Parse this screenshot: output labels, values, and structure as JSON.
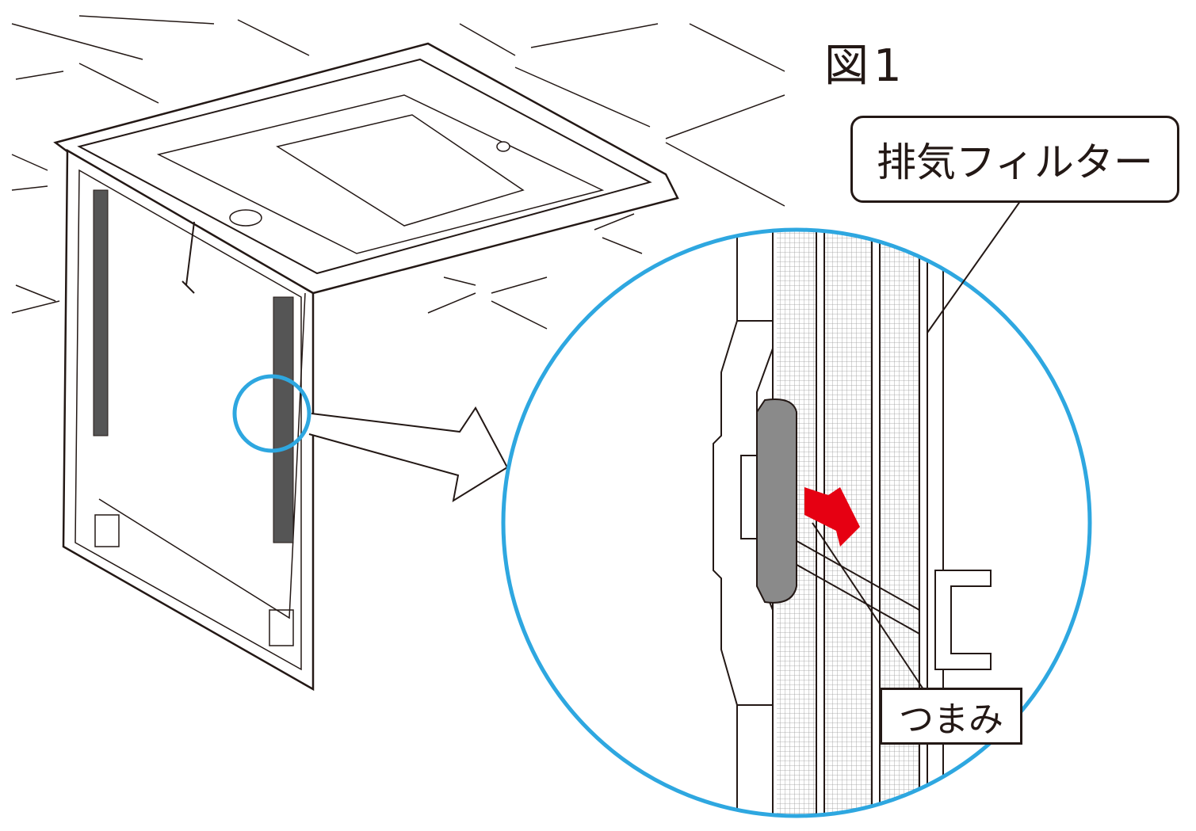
{
  "figure": {
    "title": "図1",
    "callouts": {
      "exhaust_filter": "排気フィルター",
      "knob": "つまみ"
    },
    "colors": {
      "line": "#231815",
      "highlight_circle": "#2ea7e0",
      "arrow": "#e60012",
      "knob_fill": "#8a8a8a"
    }
  }
}
